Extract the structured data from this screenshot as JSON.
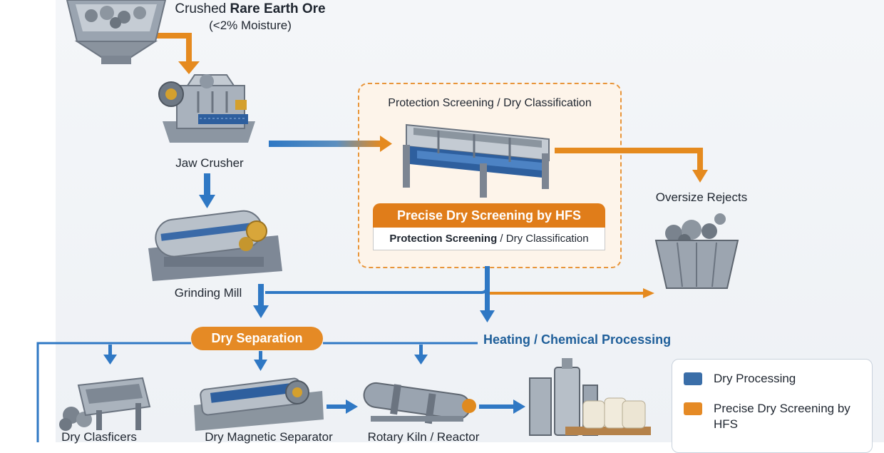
{
  "ore": {
    "pre": "Crushed ",
    "bold": "Rare Earth Ore",
    "moisture": "(<2% Moisture)"
  },
  "nodes": {
    "jaw_crusher": "Jaw Crusher",
    "grinding_mill": "Grinding Mill",
    "oversize_rejects": "Oversize Rejects",
    "dry_classifiers": "Dry Clasficers",
    "dry_magnetic_separator": "Dry Magnetic Separator",
    "rotary_kiln": "Rotary Kiln / Reactor"
  },
  "hfs": {
    "title": "Protection Screening / Dry Classification",
    "banner": "Precise Dry Screening by HFS",
    "sub_bold": "Protection Screening",
    "sub_rest": " / Dry Classification"
  },
  "dry_separation": "Dry Separation",
  "heating_label": "Heating / Chemical Processing",
  "legend": {
    "items": [
      {
        "label": "Dry Processing",
        "color": "#3a6ea8"
      },
      {
        "label": "Precise Dry Screening by HFS",
        "color": "#e58a25"
      }
    ]
  },
  "colors": {
    "blue_flow": "#2f78c4",
    "orange_flow": "#e58a1f"
  }
}
